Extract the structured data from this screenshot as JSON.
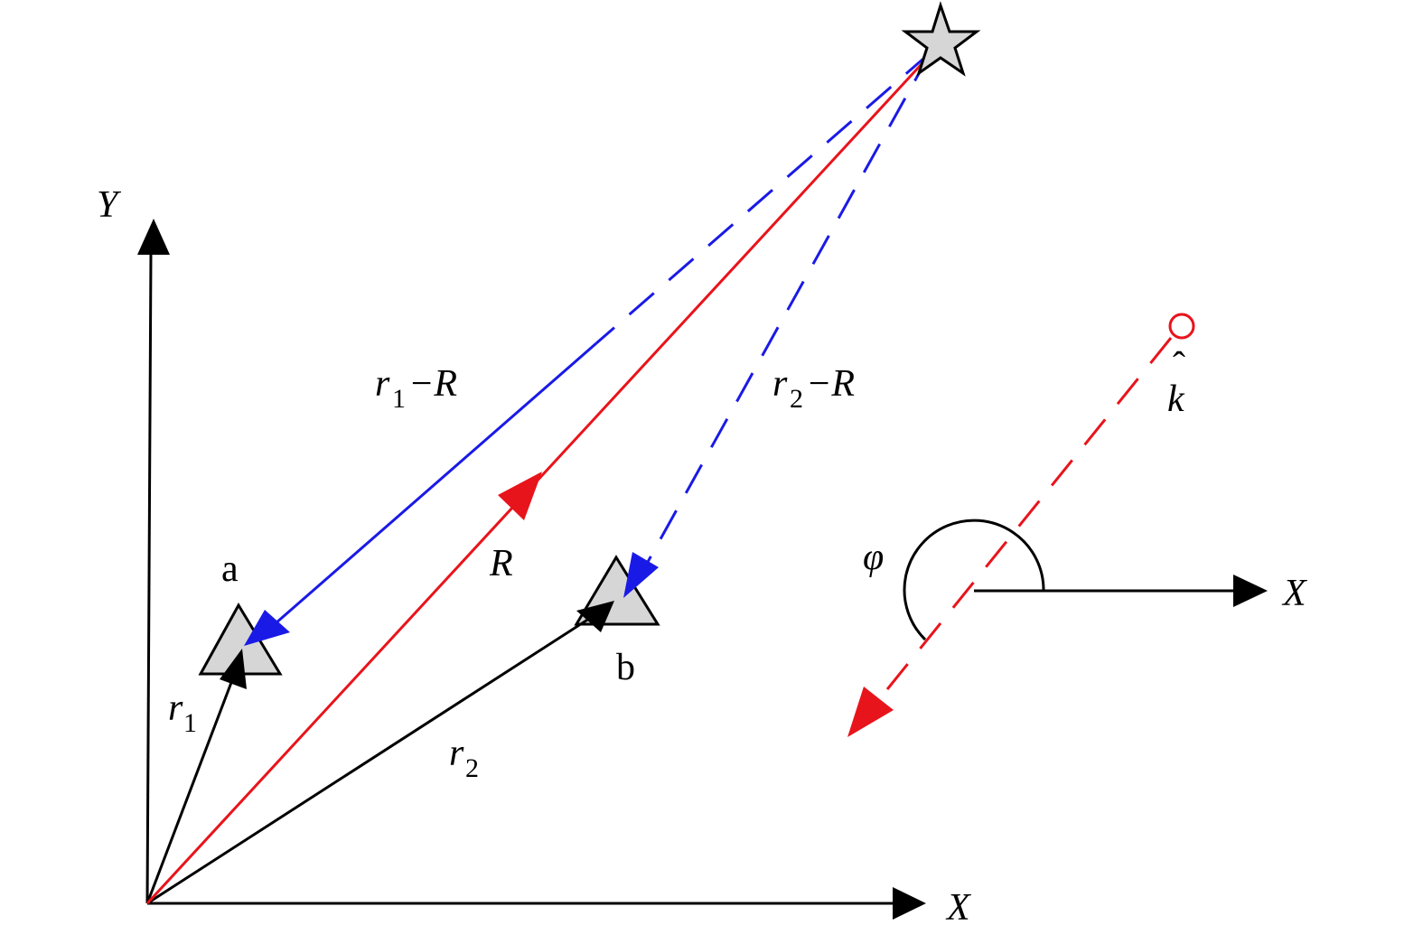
{
  "colors": {
    "axis": "#000000",
    "position_vector": "#000000",
    "source_vector": "#e8141b",
    "path_difference": "#1a1ae6",
    "wave_direction": "#e8141b",
    "sensor_fill": "#d6d6d6",
    "source_fill": "#d6d6d6"
  },
  "icons": {
    "source": "star-icon",
    "sensor_a": "triangle-sensor-icon",
    "sensor_b": "triangle-sensor-icon",
    "wave_origin": "circle-marker-icon"
  },
  "labels": {
    "y_axis": "Y",
    "x_axis": "X",
    "local_x_axis": "X",
    "sensor_a": "a",
    "sensor_b": "b",
    "R": "R",
    "r1_base": "r",
    "r1_sub": "1",
    "r2_base": "r",
    "r2_sub": "2",
    "r1_minus_R": {
      "base": "r",
      "sub": "1",
      "rest": "−R"
    },
    "r2_minus_R": {
      "base": "r",
      "sub": "2",
      "rest": "−R"
    },
    "k_hat": {
      "hat": "ˆ",
      "base": "k"
    },
    "phi": "φ"
  }
}
